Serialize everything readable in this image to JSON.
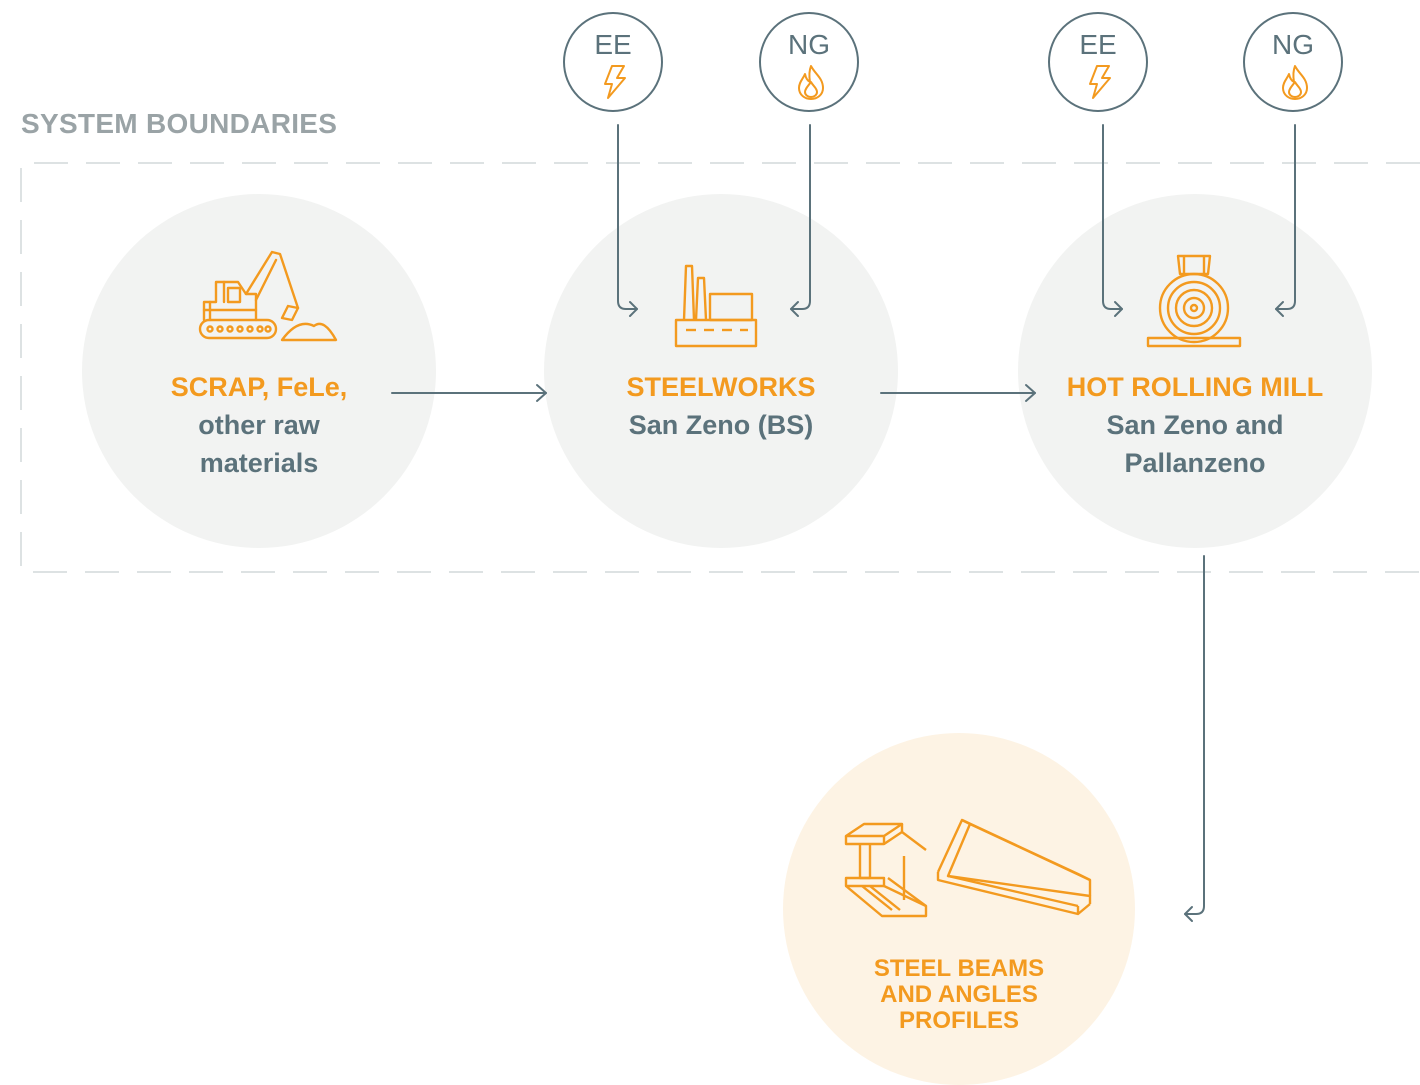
{
  "boundary": {
    "label": "SYSTEM BOUNDARIES"
  },
  "badges": [
    {
      "label": "EE",
      "icon": "lightning-icon"
    },
    {
      "label": "NG",
      "icon": "flame-icon"
    },
    {
      "label": "EE",
      "icon": "lightning-icon"
    },
    {
      "label": "NG",
      "icon": "flame-icon"
    }
  ],
  "nodes": {
    "raw_materials": {
      "line1": "SCRAP, FeLe,",
      "line2": "other raw",
      "line3": "materials",
      "icon": "excavator-icon"
    },
    "steelworks": {
      "line1": "STEELWORKS",
      "line2": "San Zeno (BS)",
      "icon": "factory-icon"
    },
    "rolling_mill": {
      "line1": "HOT ROLLING MILL",
      "line2": "San Zeno and",
      "line3": "Pallanzeno",
      "icon": "steel-coil-icon"
    },
    "product": {
      "line1": "STEEL BEAMS",
      "line2": "AND ANGLES",
      "line3": "PROFILES",
      "icon": "beam-profiles-icon"
    }
  },
  "colors": {
    "accent": "#f39a1f",
    "slate": "#5b727b",
    "boundary_label": "#9aa3a6",
    "circle_fill": "#f2f3f2",
    "product_fill": "#fdf3e4",
    "dash": "#dde2e3"
  }
}
